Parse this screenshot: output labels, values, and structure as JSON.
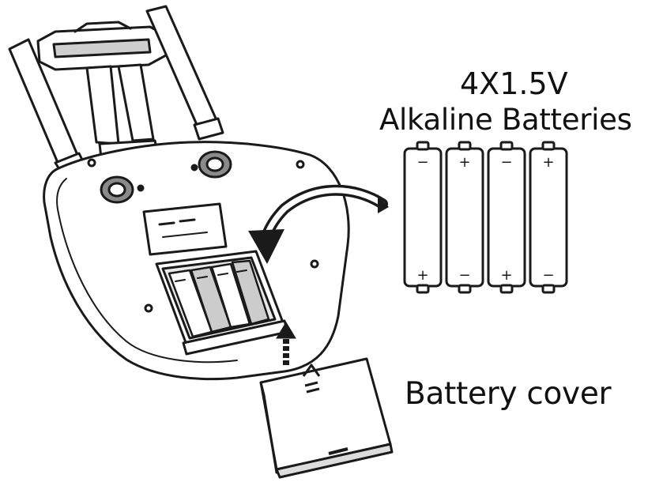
{
  "labels": {
    "battery_spec": "4X1.5V",
    "battery_type": "Alkaline Batteries",
    "battery_cover": "Battery cover"
  },
  "marks": {
    "battery_plus": "+",
    "battery_minus": "−"
  },
  "colors": {
    "line": "#1a1a1a",
    "fill": "#ffffff",
    "shade": "#9a9a9a"
  }
}
